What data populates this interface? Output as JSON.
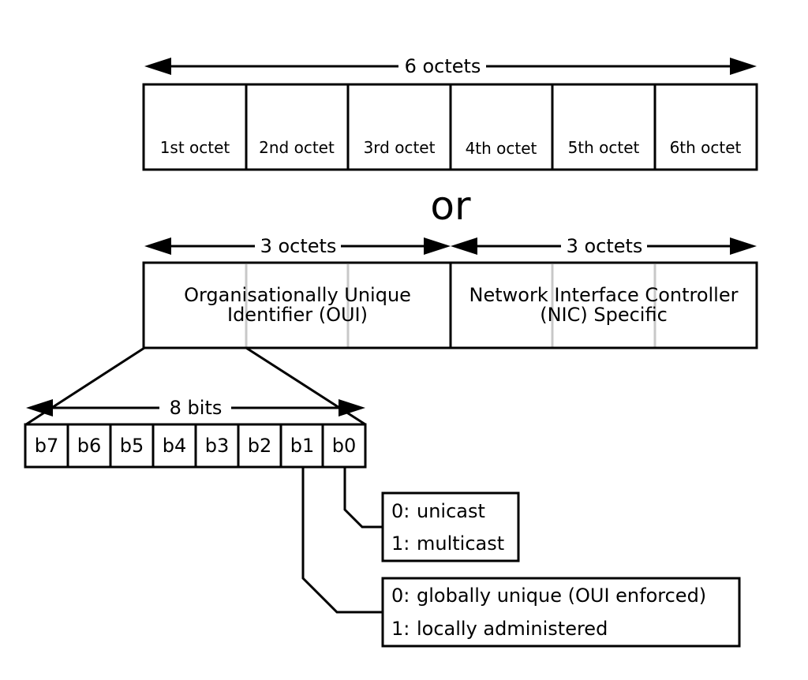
{
  "top_span": {
    "label": "6 octets"
  },
  "octets": [
    "1st octet",
    "2nd octet",
    "3rd octet",
    "4th octet",
    "5th octet",
    "6th octet"
  ],
  "or_label": "or",
  "halves": [
    {
      "span_label": "3 octets",
      "lines": [
        "Organisationally Unique",
        "Identifier (OUI)"
      ]
    },
    {
      "span_label": "3 octets",
      "lines": [
        "Network Interface Controller",
        "(NIC) Specific"
      ]
    }
  ],
  "bits_span": {
    "label": "8 bits"
  },
  "bits": [
    "b7",
    "b6",
    "b5",
    "b4",
    "b3",
    "b2",
    "b1",
    "b0"
  ],
  "legend_b0": {
    "rows": [
      {
        "key": "0:",
        "text": "unicast"
      },
      {
        "key": "1:",
        "text": "multicast"
      }
    ]
  },
  "legend_b1": {
    "rows": [
      {
        "key": "0:",
        "text": "globally unique (OUI enforced)"
      },
      {
        "key": "1:",
        "text": "locally administered"
      }
    ]
  }
}
